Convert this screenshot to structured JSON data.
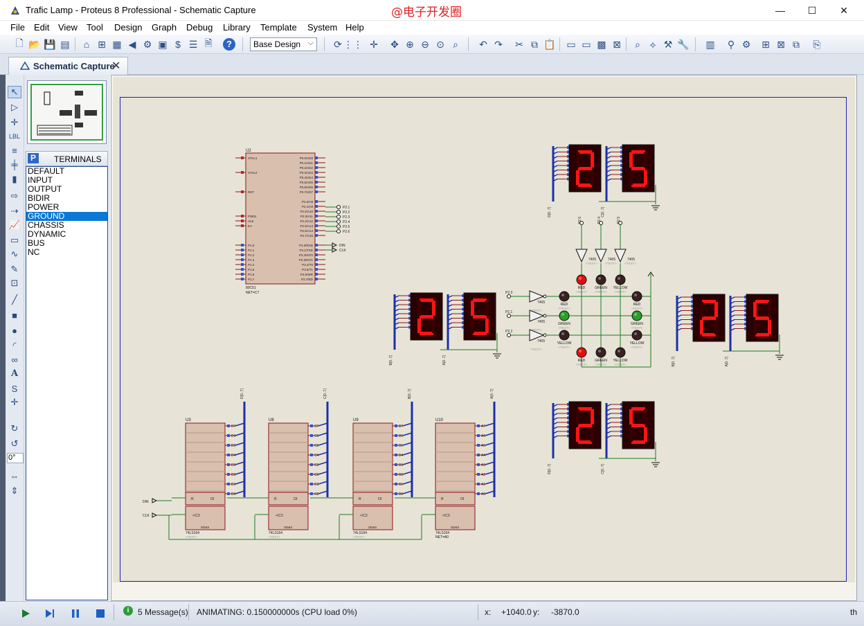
{
  "window": {
    "title": "Trafic Lamp - Proteus 8 Professional - Schematic Capture",
    "watermark": "@电子开发圈",
    "minimize": "—",
    "maximize": "☐",
    "close": "✕"
  },
  "menu": [
    "File",
    "Edit",
    "View",
    "Tool",
    "Design",
    "Graph",
    "Debug",
    "Library",
    "Template",
    "System",
    "Help"
  ],
  "toolbar": {
    "design_select": "Base Design"
  },
  "tab": {
    "label": "Schematic Capture"
  },
  "rotation": "0°",
  "terminals": {
    "badge": "P",
    "title": "TERMINALS",
    "items": [
      "DEFAULT",
      "INPUT",
      "OUTPUT",
      "BIDIR",
      "POWER",
      "GROUND",
      "CHASSIS",
      "DYNAMIC",
      "BUS",
      "NC"
    ],
    "selected": "GROUND"
  },
  "status": {
    "messages": "5 Message(s)",
    "animating": "ANIMATING: 0.150000000s (CPU load 0%)",
    "x_label": "x:",
    "x_value": "+1040.0",
    "y_label": "y:",
    "y_value": "-3870.0",
    "units": "th"
  },
  "schematic": {
    "mcu": {
      "ref": "U2",
      "part": "80C51",
      "net": "NET=C7",
      "left_pins": [
        "XTAL1",
        "XTAL2",
        "RST",
        "PSEN",
        "ALE",
        "EA",
        "P1.0",
        "P1.1",
        "P1.2",
        "P1.3",
        "P1.4",
        "P1.5",
        "P1.6",
        "P1.7"
      ],
      "right_pins": [
        "P0.0/AD0",
        "P0.1/AD1",
        "P0.2/AD2",
        "P0.3/AD3",
        "P0.4/AD4",
        "P0.5/AD5",
        "P0.6/AD6",
        "P0.7/AD7",
        "P2.0/A8",
        "P2.1/A9",
        "P2.2/A10",
        "P2.3/A11",
        "P2.4/A12",
        "P2.5/A13",
        "P2.6/A14",
        "P2.7/A15",
        "P3.0/RXD",
        "P3.1/TXD",
        "P3.2/INT0",
        "P3.3/INT1",
        "P3.4/T0",
        "P3.5/T1",
        "P3.6/WR",
        "P3.7/RD"
      ],
      "port_labels": [
        "P2.1",
        "P2.2",
        "P2.3",
        "P2.4",
        "P2.5",
        "P2.6",
        "DIN",
        "CLK"
      ]
    },
    "displays": [
      {
        "digits": [
          "2",
          "5"
        ],
        "bus": [
          "D[0..7]",
          "C[0..7]"
        ]
      },
      {
        "digits": [
          "2",
          "5"
        ],
        "bus": [
          "B[0..7]",
          "A[0..7]"
        ]
      },
      {
        "digits": [
          "2",
          "5"
        ],
        "bus": [
          "B[0..7]",
          "A[0..7]"
        ]
      },
      {
        "digits": [
          "2",
          "5"
        ],
        "bus": [
          "D[0..7]",
          "C[0..7]"
        ]
      }
    ],
    "shift_registers": [
      {
        "ref": "U3",
        "part": "74LS164",
        "bus": "D[0..7]",
        "outputs": [
          "D7",
          "D6",
          "D5",
          "D4",
          "D3",
          "D2",
          "D1",
          "D0"
        ]
      },
      {
        "ref": "U8",
        "part": "74LS164",
        "bus": "C[0..7]",
        "outputs": [
          "C7",
          "C6",
          "C5",
          "C4",
          "C3",
          "C2",
          "C1",
          "C0"
        ]
      },
      {
        "ref": "U9",
        "part": "74LS164",
        "bus": "B[0..7]",
        "outputs": [
          "B7",
          "B6",
          "B5",
          "B4",
          "B3",
          "B2",
          "B1",
          "B0"
        ]
      },
      {
        "ref": "U10",
        "part": "74LS164",
        "bus": "A[0..7]",
        "outputs": [
          "A7",
          "A6",
          "A5",
          "A4",
          "A3",
          "A2",
          "A1",
          "A0"
        ],
        "net": "NET=A0"
      }
    ],
    "inputs": [
      "DIN",
      "CLK"
    ],
    "gate": "7405",
    "gate_inputs": [
      "P2.3",
      "P2.1",
      "P2.2"
    ],
    "gate_top_labels": [
      "P2.6",
      "P2.4",
      "P2.5"
    ],
    "text_placeholder": "<TEXT>",
    "led_colors": [
      "RED",
      "GREEN",
      "YELLOW"
    ],
    "colors": {
      "wire": "#1e7a1e",
      "bus": "#1c2fa8",
      "chip": "#d9bfae",
      "pin": "#8b1515",
      "seg_on": "#ff1414",
      "seg_off": "#3a0000",
      "led_red": "#e01010",
      "led_green": "#28a028",
      "led_off": "#3a2020"
    }
  }
}
